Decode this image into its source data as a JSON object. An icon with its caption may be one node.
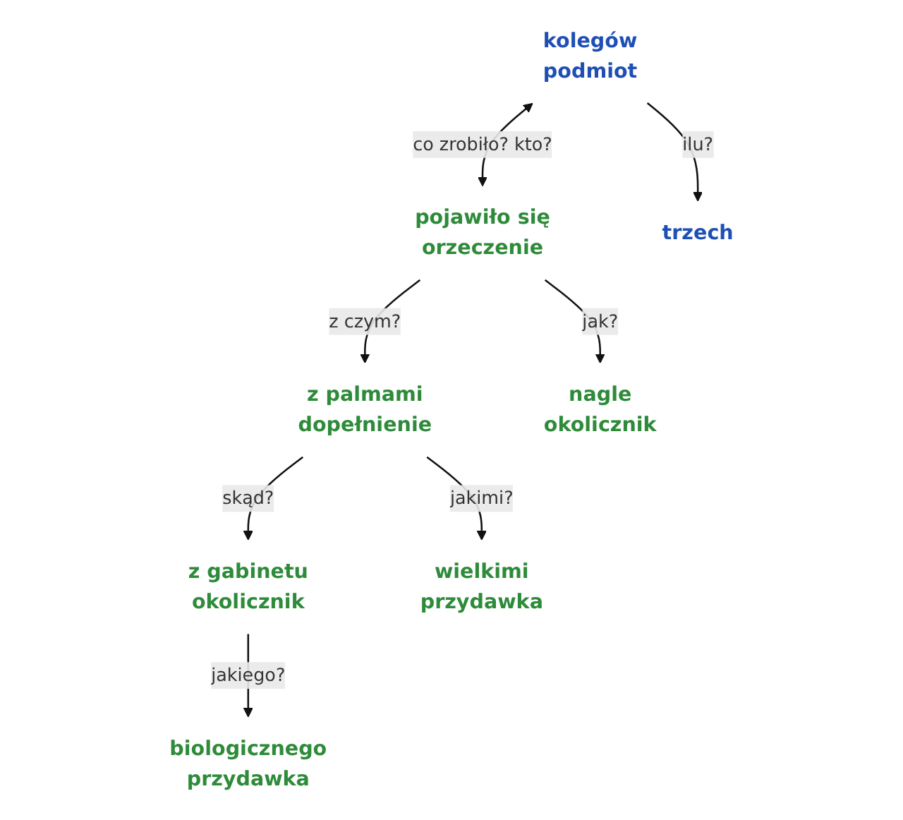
{
  "diagram": {
    "nodes": [
      {
        "text": [
          "kolegów",
          "podmiot"
        ]
      },
      {
        "text": [
          "pojawiło się",
          "orzeczenie"
        ]
      },
      {
        "text": [
          "trzech"
        ]
      },
      {
        "text": [
          "z palmami",
          "dopełnienie"
        ]
      },
      {
        "text": [
          "nagle",
          "okolicznik"
        ]
      },
      {
        "text": [
          "z gabinetu",
          "okolicznik"
        ]
      },
      {
        "text": [
          "wielkimi",
          "przydawka"
        ]
      },
      {
        "text": [
          "biologicznego",
          "przydawka"
        ]
      }
    ],
    "edges": [
      {
        "from": 0,
        "to": 1,
        "arrow": "both",
        "label": "co zrobiło? kto?"
      },
      {
        "from": 0,
        "to": 2,
        "arrow": "to",
        "label": "ilu?"
      },
      {
        "from": 1,
        "to": 3,
        "arrow": "to",
        "label": "z czym?"
      },
      {
        "from": 1,
        "to": 4,
        "arrow": "to",
        "label": "jak?"
      },
      {
        "from": 3,
        "to": 5,
        "arrow": "to",
        "label": "skąd?"
      },
      {
        "from": 3,
        "to": 6,
        "arrow": "to",
        "label": "jakimi?"
      },
      {
        "from": 5,
        "to": 7,
        "arrow": "to",
        "label": "jakiego?"
      }
    ]
  }
}
